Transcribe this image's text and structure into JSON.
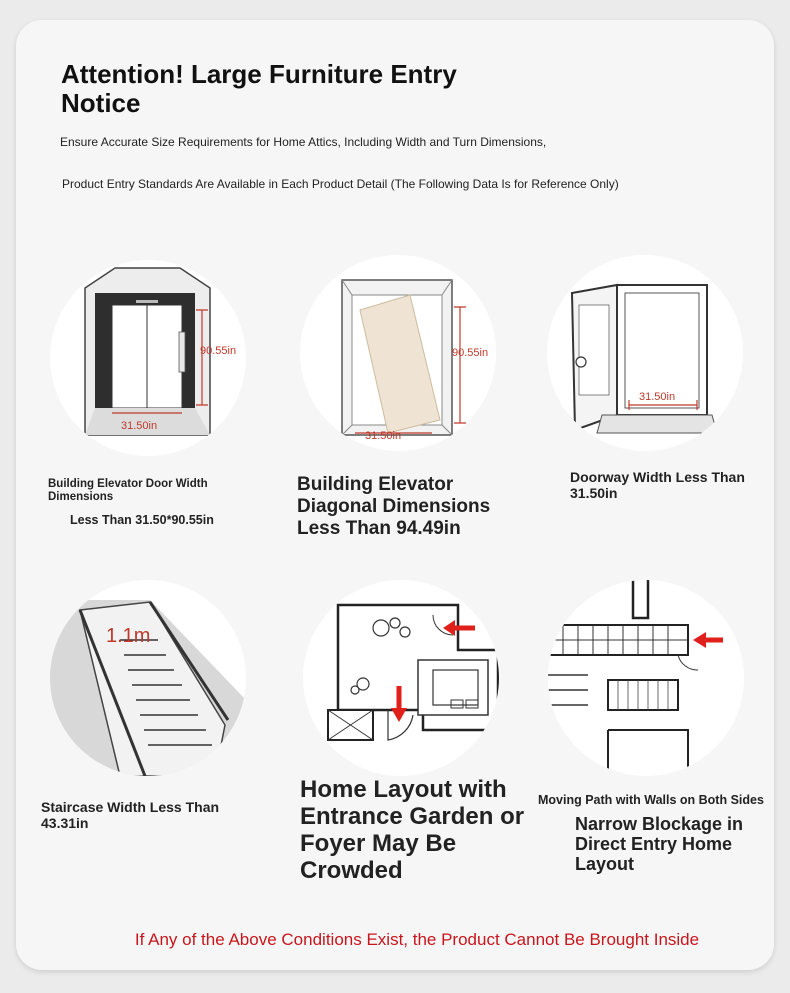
{
  "header": {
    "title": "Attention! Large Furniture Entry Notice",
    "subtitle_line1": "Ensure Accurate Size Requirements for Home Attics, Including Width and Turn Dimensions,",
    "subtitle_line2": "Product Entry Standards Are Available in Each Product Detail (The Following Data Is for Reference Only)"
  },
  "items": [
    {
      "icon": "elevator-door-icon",
      "dim_height": "90.55in",
      "dim_width": "31.50in",
      "caption_small": "Building Elevator Door Width Dimensions",
      "caption_main": "Less Than 31.50*90.55in"
    },
    {
      "icon": "elevator-diagonal-icon",
      "dim_height": "90.55in",
      "dim_width": "31.50in",
      "caption_main": "Building Elevator Diagonal Dimensions Less Than 94.49in"
    },
    {
      "icon": "doorway-icon",
      "dim_width": "31.50in",
      "caption_main": "Doorway Width Less Than 31.50in"
    },
    {
      "icon": "staircase-icon",
      "dim_label": "1.1m",
      "caption_main": "Staircase Width Less Than 43.31in"
    },
    {
      "icon": "home-layout-icon",
      "caption_main": "Home Layout with Entrance Garden or Foyer May Be Crowded"
    },
    {
      "icon": "narrow-path-icon",
      "caption_small": "Moving Path with Walls on Both Sides",
      "caption_main": "Narrow Blockage in Direct Entry Home Layout"
    }
  ],
  "footer": {
    "warning": "If Any of the Above Conditions Exist, the Product Cannot Be Brought Inside"
  },
  "colors": {
    "accent_red": "#c8161d",
    "dimension_red": "#c0392b",
    "card_bg": "#f6f6f6"
  }
}
